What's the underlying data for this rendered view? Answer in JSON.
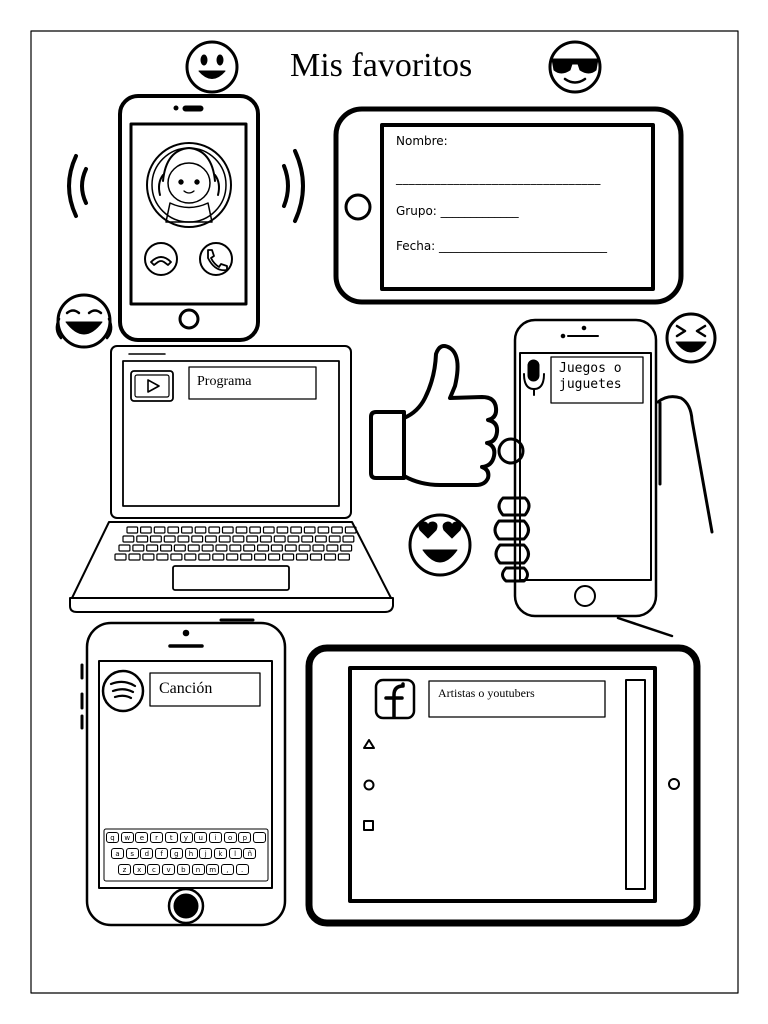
{
  "title": "Mis favoritos",
  "form": {
    "name_label": "Nombre:",
    "name_line": "________________________________",
    "group_label": "Grupo: _____________",
    "date_label": "Fecha: ____________________________"
  },
  "boxes": {
    "program": "Programa",
    "games": "Juegos o juguetes",
    "song": "Canción",
    "artists": "Artistas o youtubers"
  },
  "keyboard": {
    "row1": [
      "q",
      "w",
      "e",
      "r",
      "t",
      "y",
      "u",
      "i",
      "o",
      "p",
      ""
    ],
    "row2": [
      "a",
      "s",
      "d",
      "f",
      "g",
      "h",
      "j",
      "k",
      "l",
      "ñ"
    ],
    "row3": [
      "z",
      "x",
      "c",
      "v",
      "b",
      "n",
      "m",
      ",",
      "."
    ]
  },
  "colors": {
    "ink": "#000000",
    "paper": "#ffffff",
    "neutral": "#f2f2f2",
    "accent": "#000000"
  }
}
